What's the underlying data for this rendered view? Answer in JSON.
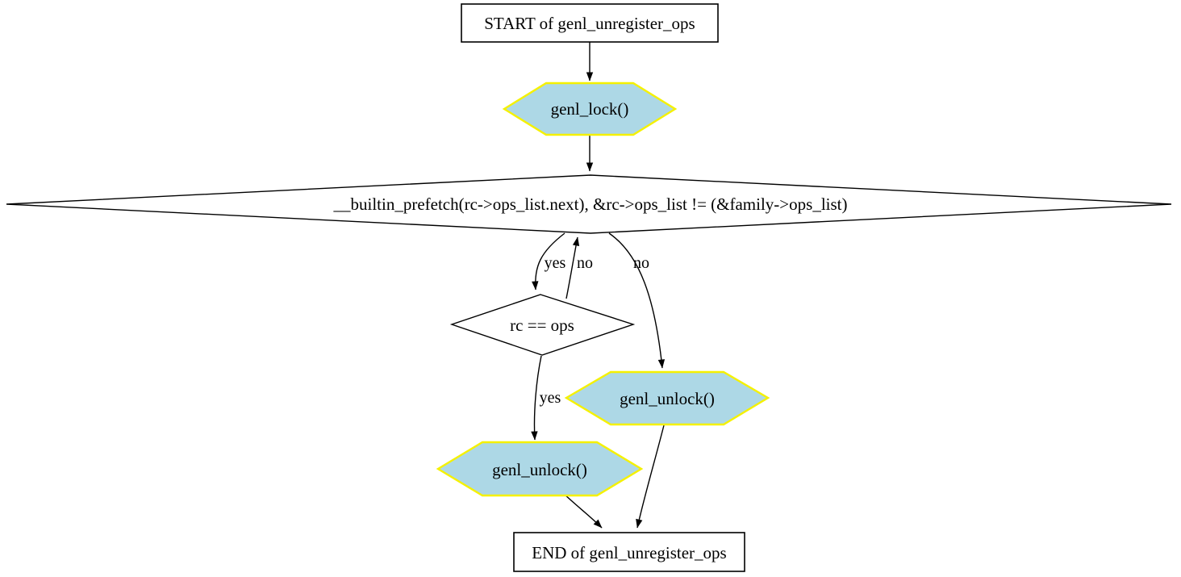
{
  "diagram": {
    "kind": "control-flow-graph",
    "function": "genl_unregister_ops",
    "colors": {
      "background": "#ffffff",
      "box_fill": "#ffffff",
      "box_border": "#000000",
      "hexagon_fill": "#add8e6",
      "hexagon_border": "#f5f100",
      "edge": "#000000",
      "text": "#000000"
    },
    "nodes": {
      "start": {
        "shape": "box",
        "label": "START of genl_unregister_ops"
      },
      "genl_lock": {
        "shape": "hexagon",
        "label": "genl_lock()"
      },
      "loop_condition": {
        "shape": "diamond",
        "label": "__builtin_prefetch(rc->ops_list.next), &rc->ops_list != (&family->ops_list)"
      },
      "rc_eq_ops": {
        "shape": "diamond",
        "label": "rc == ops"
      },
      "genl_unlock_right": {
        "shape": "hexagon",
        "label": "genl_unlock()"
      },
      "genl_unlock_left": {
        "shape": "hexagon",
        "label": "genl_unlock()"
      },
      "end": {
        "shape": "box",
        "label": "END of genl_unregister_ops"
      }
    },
    "edges": {
      "start_to_lock": {
        "from": "start",
        "to": "genl_lock",
        "label": ""
      },
      "lock_to_condition": {
        "from": "genl_lock",
        "to": "loop_condition",
        "label": ""
      },
      "condition_to_rc_yes": {
        "from": "loop_condition",
        "to": "rc_eq_ops",
        "label": "yes"
      },
      "rc_to_condition_no": {
        "from": "rc_eq_ops",
        "to": "loop_condition",
        "label": "no"
      },
      "condition_to_unlock_no": {
        "from": "loop_condition",
        "to": "genl_unlock_right",
        "label": "no"
      },
      "rc_to_unlock_yes": {
        "from": "rc_eq_ops",
        "to": "genl_unlock_left",
        "label": "yes"
      },
      "unlock_right_to_end": {
        "from": "genl_unlock_right",
        "to": "end",
        "label": ""
      },
      "unlock_left_to_end": {
        "from": "genl_unlock_left",
        "to": "end",
        "label": ""
      }
    }
  }
}
